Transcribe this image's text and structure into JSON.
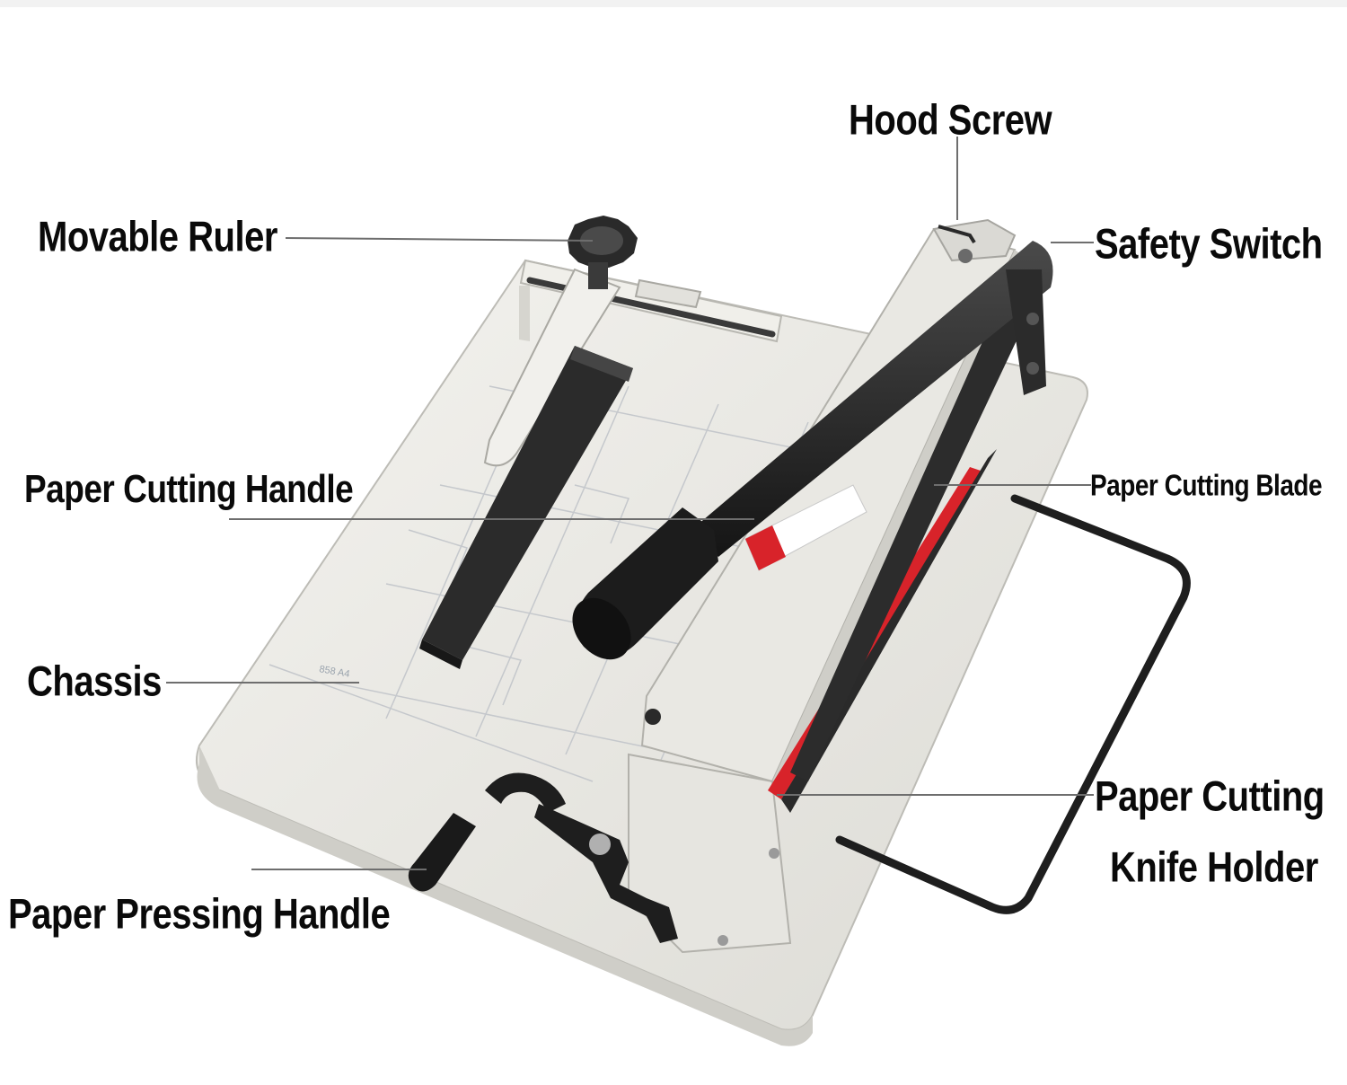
{
  "labels": {
    "hood_screw": "Hood Screw",
    "movable_ruler": "Movable Ruler",
    "safety_switch": "Safety Switch",
    "paper_cutting_handle": "Paper Cutting Handle",
    "paper_cutting_blade": "Paper Cutting Blade",
    "chassis": "Chassis",
    "knife_holder_line1": "Paper Cutting",
    "knife_holder_line2": "Knife Holder",
    "paper_pressing_handle": "Paper Pressing Handle",
    "model_mark": "858 A4"
  },
  "colors": {
    "body": "#ecebe6",
    "body_shadow": "#c9c8c2",
    "handle": "#232323",
    "blade_red": "#d8232a",
    "leader_line": "#6e6e6e",
    "text": "#0a0a0a"
  }
}
